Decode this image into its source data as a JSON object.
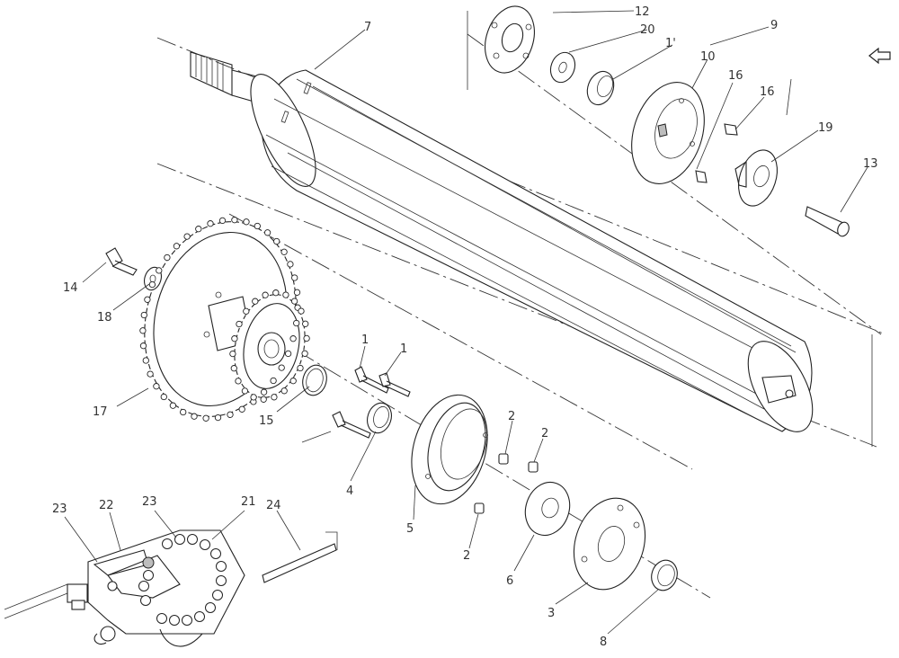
{
  "callouts": {
    "c12": "12",
    "c20": "20",
    "c11": "1'",
    "c9": "9",
    "c7": "7",
    "c10": "10",
    "c16a": "16",
    "c16b": "16",
    "c19": "19",
    "c13": "13",
    "c14": "14",
    "c18": "18",
    "c17": "17",
    "c15": "15",
    "c1a": "1",
    "c1b": "1",
    "c2a": "2",
    "c2b": "2",
    "c2c": "2",
    "c4": "4",
    "c5": "5",
    "c6": "6",
    "c3": "3",
    "c8": "8",
    "c23a": "23",
    "c22": "22",
    "c23b": "23",
    "c21": "21",
    "c24": "24"
  },
  "icons": {
    "nav": "back-arrow-icon"
  }
}
